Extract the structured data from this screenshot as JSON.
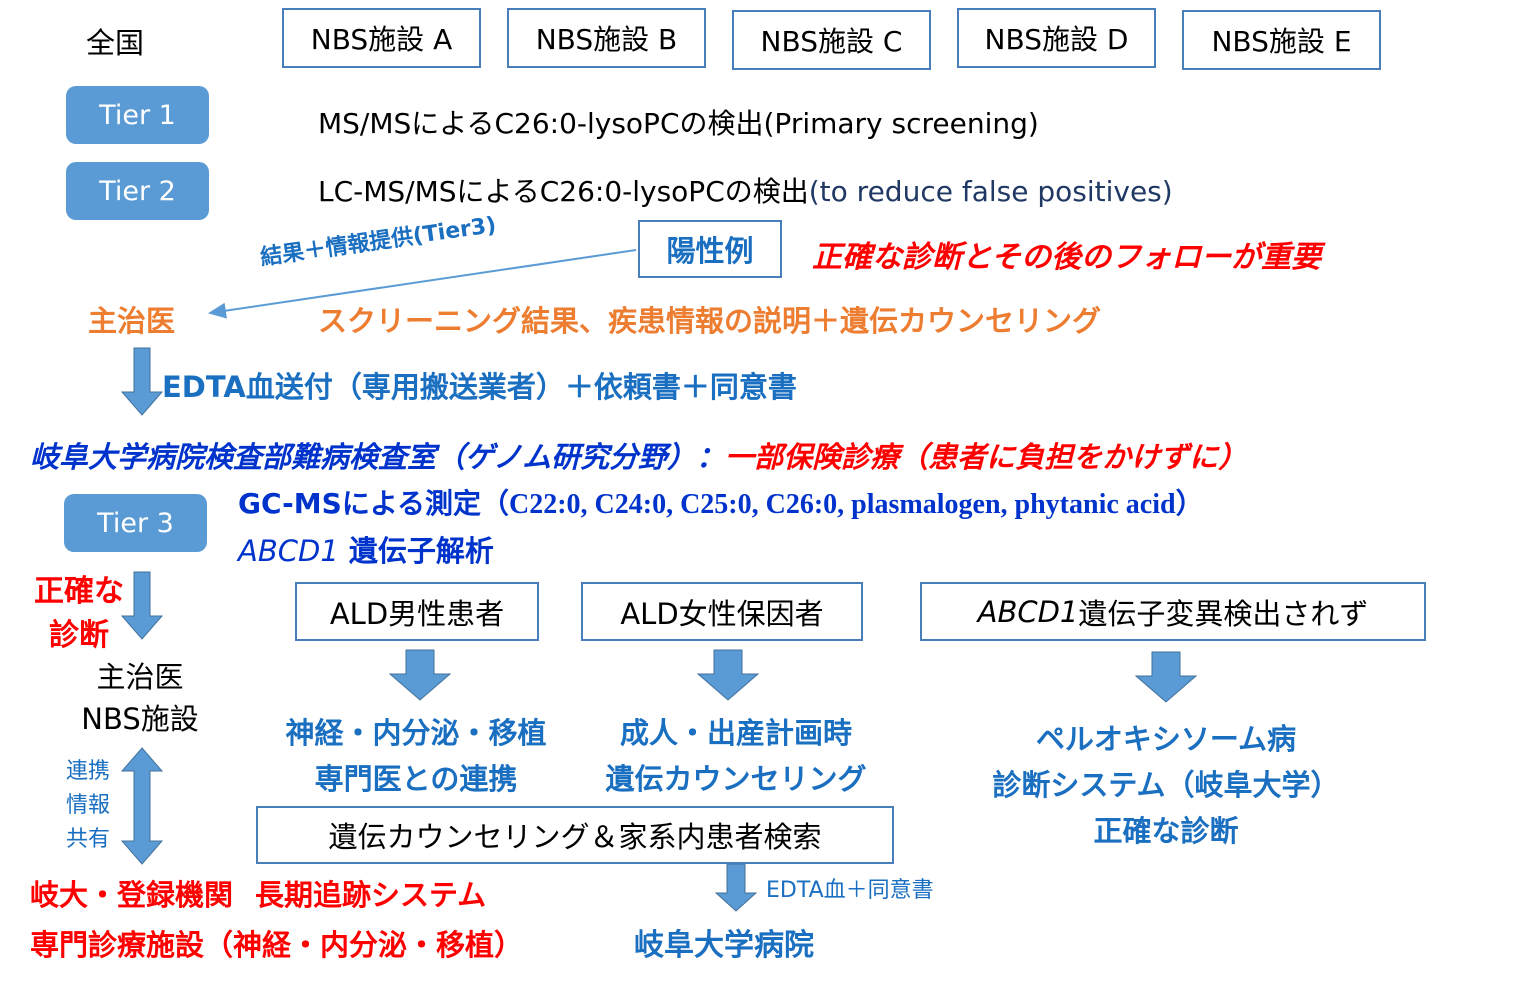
{
  "header": {
    "nation": "全国",
    "facilities": [
      "NBS施設 A",
      "NBS施設 B",
      "NBS施設 C",
      "NBS施設 D",
      "NBS施設 E"
    ]
  },
  "tier1": {
    "label": "Tier 1",
    "text": "MS/MSによるC26:0-lysoPCの検出",
    "note": "(Primary screening)"
  },
  "tier2": {
    "label": "Tier 2",
    "text": "LC-MS/MSによるC26:0-lysoPCの検出",
    "note": "(to reduce false positives)"
  },
  "positive": {
    "box": "陽性例",
    "important": "正確な診断とその後のフォローが重要",
    "feedback": "結果＋情報提供(Tier3)"
  },
  "physician": {
    "label": "主治医",
    "explanation": "スクリーニング結果、疾患情報の説明＋遺伝カウンセリング",
    "send": "EDTA血送付（専用搬送業者）＋依頼書＋同意書"
  },
  "gifu": {
    "lab": "岐阜大学病院検査部難病検査室（ゲノム研究分野）：",
    "insurance": "一部保険診療（患者に負担をかけずに）"
  },
  "tier3": {
    "label": "Tier 3",
    "gcms_prefix": "GC-MSによる測定（",
    "gcms_items": "C22:0, C24:0, C25:0, C26:0, plasmalogen, phytanic acid",
    "gcms_suffix": "）",
    "gene_name": "ABCD1",
    "gene_text": " 遺伝子解析"
  },
  "left_column": {
    "accurate_line1": "正確な",
    "accurate_line2": "診断",
    "physician": "主治医",
    "nbs": "NBS施設",
    "share1": "連携",
    "share2": "情報",
    "share3": "共有"
  },
  "outcomes": {
    "male_box": "ALD男性患者",
    "female_box": "ALD女性保因者",
    "none_gene": "ABCD1",
    "none_text": "遺伝子変異検出されず",
    "male_result_1": "神経・内分泌・移植",
    "male_result_2": "専門医との連携",
    "female_result_1": "成人・出産計画時",
    "female_result_2": "遺伝カウンセリング",
    "none_result_1": "ペルオキシソーム病",
    "none_result_2": "診断システム（岐阜大学）",
    "none_result_3": "正確な診断"
  },
  "family": {
    "box": "遺伝カウンセリング＆家系内患者検索",
    "edta": "EDTA血＋同意書",
    "hospital": "岐阜大学病院"
  },
  "followup": {
    "line1_a": "岐大・登録機関",
    "line1_b": "長期追跡システム",
    "line2": "専門診療施設（神経・内分泌・移植）"
  },
  "colors": {
    "tier_fill": "#5b9bd5",
    "box_border": "#4a7ebb",
    "arrow": "#5b9bd5",
    "blue_text": "#0033cc",
    "red_text": "#ff0000",
    "orange_text": "#ed7d31"
  }
}
